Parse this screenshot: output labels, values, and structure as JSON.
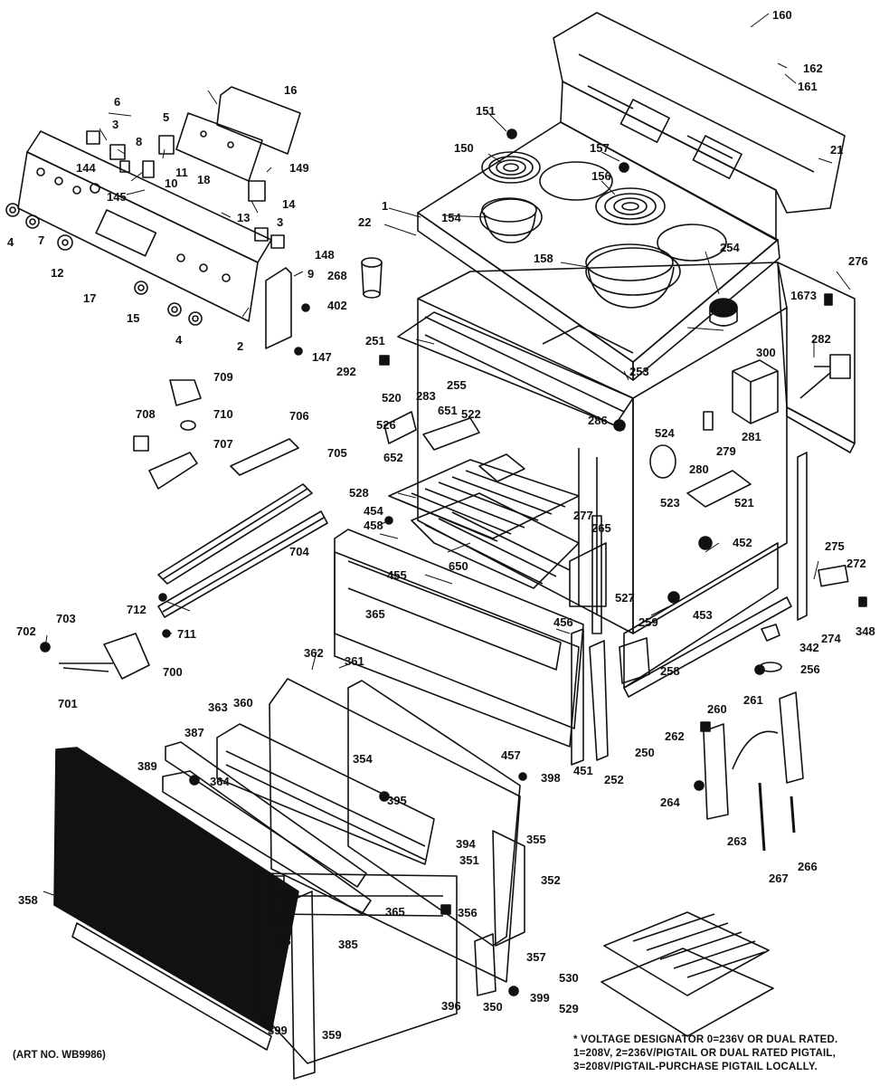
{
  "labels": {
    "l1": "1",
    "l2": "2",
    "l3a": "3",
    "l3b": "3",
    "l4a": "4",
    "l4b": "4",
    "l5": "5",
    "l6": "6",
    "l7": "7",
    "l8": "8",
    "l9": "9",
    "l10": "10",
    "l11": "11",
    "l12": "12",
    "l13": "13",
    "l14": "14",
    "l15": "15",
    "l16": "16",
    "l17": "17",
    "l18": "18",
    "l21": "21",
    "l22": "22",
    "l144": "144",
    "l145": "145",
    "l147": "147",
    "l148": "148",
    "l149": "149",
    "l150": "150",
    "l151": "151",
    "l154": "154",
    "l156": "156",
    "l157": "157",
    "l158": "158",
    "l160": "160",
    "l161": "161",
    "l162": "162",
    "l251": "251",
    "l252": "252",
    "l253": "253",
    "l254": "254",
    "l255": "255",
    "l256": "256",
    "l258": "258",
    "l259": "259",
    "l260": "260",
    "l261": "261",
    "l262": "262",
    "l263": "263",
    "l264": "264",
    "l265": "265",
    "l266": "266",
    "l267": "267",
    "l268": "268",
    "l272": "272",
    "l274": "274",
    "l275": "275",
    "l276": "276",
    "l277": "277",
    "l279": "279",
    "l280": "280",
    "l281": "281",
    "l282": "282",
    "l283": "283",
    "l286": "286",
    "l292": "292",
    "l300": "300",
    "l342": "342",
    "l348": "348",
    "l350": "350",
    "l351": "351",
    "l352": "352",
    "l353": "353",
    "l354": "354",
    "l355": "355",
    "l356": "356",
    "l357": "357",
    "l358": "358",
    "l359": "359",
    "l360": "360",
    "l361": "361",
    "l362": "362",
    "l363": "363",
    "l364": "364",
    "l365a": "365",
    "l365b": "365",
    "l385": "385",
    "l387": "387",
    "l389": "389",
    "l394": "394",
    "l395": "395",
    "l396": "396",
    "l398": "398",
    "l399a": "399",
    "l399b": "399",
    "l402": "402",
    "l451": "451",
    "l452": "452",
    "l453": "453",
    "l454": "454",
    "l455": "455",
    "l456": "456",
    "l457": "457",
    "l458": "458",
    "l520": "520",
    "l521": "521",
    "l522": "522",
    "l523": "523",
    "l524": "524",
    "l526": "526",
    "l527": "527",
    "l528": "528",
    "l529": "529",
    "l530": "530",
    "l650": "650",
    "l651": "651",
    "l652": "652",
    "l700": "700",
    "l701": "701",
    "l702": "702",
    "l703": "703",
    "l704": "704",
    "l705": "705",
    "l706": "706",
    "l707": "707",
    "l708": "708",
    "l709": "709",
    "l710": "710",
    "l711": "711",
    "l712": "712",
    "l1673": "1673",
    "l250": "250"
  },
  "footnote": {
    "line1": "* VOLTAGE DESIGNATOR 0=236V OR DUAL RATED.",
    "line2": "1=208V, 2=236V/PIGTAIL OR DUAL RATED PIGTAIL,",
    "line3": "3=208V/PIGTAIL-PURCHASE PIGTAIL LOCALLY."
  },
  "art_number": "(ART NO. WB9986)"
}
